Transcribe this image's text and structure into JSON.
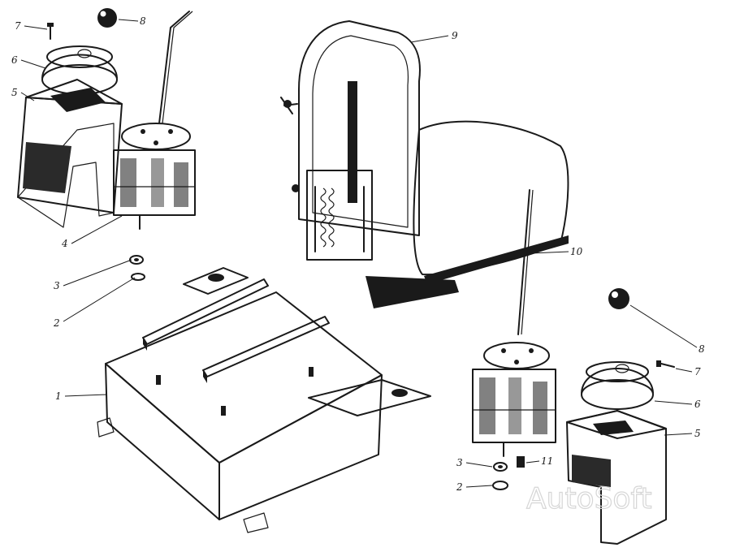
{
  "labels": {
    "l1": "1",
    "l2a": "2",
    "l2b": "2",
    "l3a": "3",
    "l3b": "3",
    "l4": "4",
    "l5a": "5",
    "l5b": "5",
    "l6a": "6",
    "l6b": "6",
    "l7a": "7",
    "l7b": "7",
    "l8a": "8",
    "l8b": "8",
    "l9": "9",
    "l10": "10",
    "l11": "11"
  },
  "watermark": "AutoSoft",
  "colors": {
    "ink": "#1a1a1a",
    "paper": "#ffffff",
    "watermark": "#d6d6d6"
  }
}
